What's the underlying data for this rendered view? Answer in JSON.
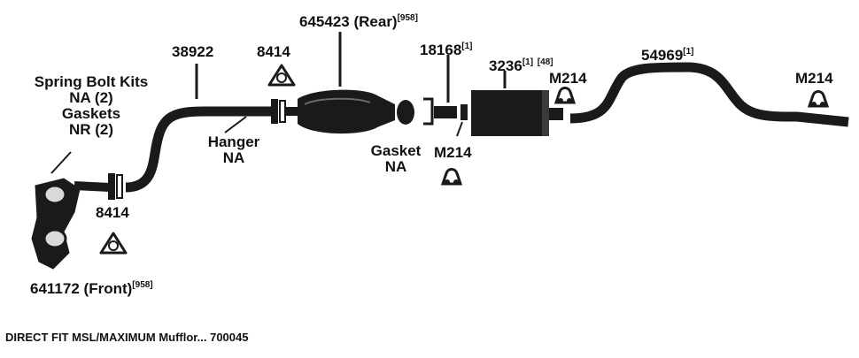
{
  "parts": {
    "spring_bolt": {
      "line1": "Spring Bolt Kits",
      "line2": "NA (2)",
      "line3": "Gaskets",
      "line4": "NR (2)"
    },
    "pipe_38922": "38922",
    "clamp_8414_top": "8414",
    "converter_rear": {
      "number": "645423",
      "position": "(Rear)",
      "note": "[958]"
    },
    "hanger": {
      "line1": "Hanger",
      "line2": "NA"
    },
    "pipe_18168": {
      "number": "18168",
      "note": "[1]"
    },
    "muffler_3236": {
      "number": "3236",
      "note1": "[1]",
      "note2": "[48]"
    },
    "hanger_m214_right": "M214",
    "tailpipe_54969": {
      "number": "54969",
      "note": "[1]"
    },
    "hanger_m214_far": "M214",
    "gasket": {
      "line1": "Gasket",
      "line2": "NA"
    },
    "hanger_m214_mid": "M214",
    "clamp_8414_bottom": "8414",
    "converter_front": {
      "number": "641172",
      "position": "(Front)",
      "note": "[958]"
    }
  },
  "caption": "DIRECT FIT MSL/MAXIMUM Mufflor... 700045",
  "colors": {
    "ink": "#111111",
    "part": "#1a1a1a",
    "background": "#ffffff"
  }
}
